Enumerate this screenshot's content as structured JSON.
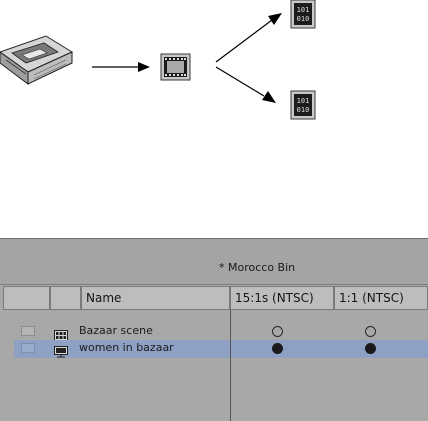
{
  "diagram": {
    "source_icon": "videotape-cassette-icon",
    "master_icon": "film-strip-icon",
    "output_icons": [
      "binary-data-icon",
      "binary-data-icon"
    ]
  },
  "bin": {
    "title": "* Morocco  Bin",
    "columns": [
      {
        "label": ""
      },
      {
        "label": ""
      },
      {
        "label": "Name"
      },
      {
        "label": "15:1s (NTSC)"
      },
      {
        "label": "1:1 (NTSC)"
      }
    ],
    "rows": [
      {
        "name": "Bazaar scene",
        "icon": "master-clip-icon",
        "res_15_1s": "not-present",
        "res_1_1": "not-present",
        "selected": false
      },
      {
        "name": "women in bazaar",
        "icon": "subclip-icon",
        "res_15_1s": "present",
        "res_1_1": "present",
        "selected": true
      }
    ]
  },
  "colors": {
    "selection": "#8ea0c4",
    "panel": "#a8a8a8"
  }
}
